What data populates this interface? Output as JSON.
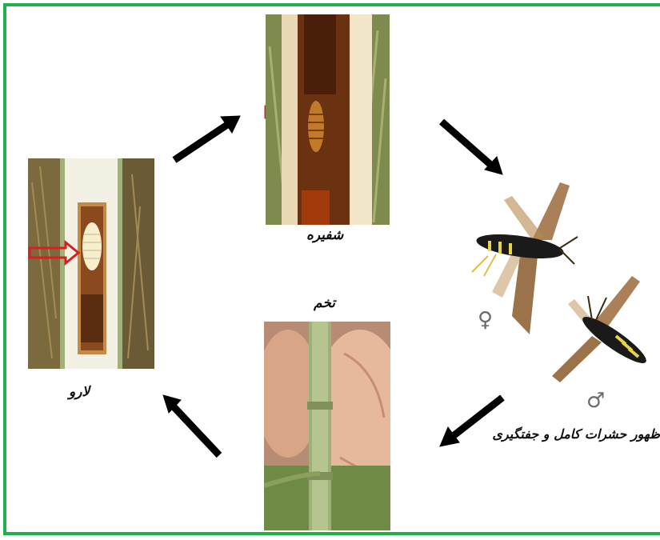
{
  "stages": {
    "larva": {
      "label": "لارو"
    },
    "pupa": {
      "label": "شفیره"
    },
    "adult": {
      "label": "ظهور حشرات کامل و جفتگیری"
    },
    "egg": {
      "label": "تخم"
    }
  },
  "symbols": {
    "female": "♀",
    "male": "♂"
  },
  "colors": {
    "frame": "#1fb14a",
    "arrow": "#000000",
    "pointer": "#d42020"
  }
}
